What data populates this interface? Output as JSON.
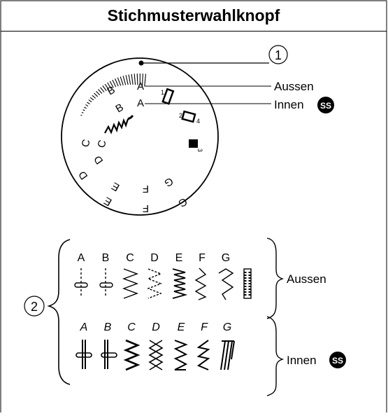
{
  "title": "Stichmusterwahlknopf",
  "callouts": {
    "dial_marker": "1",
    "patterns": "2"
  },
  "dial": {
    "label_outer": "A",
    "label_inner": "A",
    "outer_letters": [
      "B",
      "C",
      "D",
      "E",
      "F",
      "G"
    ],
    "inner_letters": [
      "B",
      "C",
      "D",
      "E",
      "F",
      "G"
    ],
    "numbers": [
      "1",
      "2",
      "3",
      "4"
    ]
  },
  "labels": {
    "outer": "Aussen",
    "inner": "Innen",
    "badge": "SS"
  },
  "pattern_rows": {
    "outer_letters": [
      "A",
      "B",
      "C",
      "D",
      "E",
      "F",
      "G"
    ],
    "inner_letters": [
      "A",
      "B",
      "C",
      "D",
      "E",
      "F",
      "G"
    ]
  },
  "colors": {
    "ink": "#000000",
    "paper": "#ffffff",
    "border": "#555555"
  }
}
